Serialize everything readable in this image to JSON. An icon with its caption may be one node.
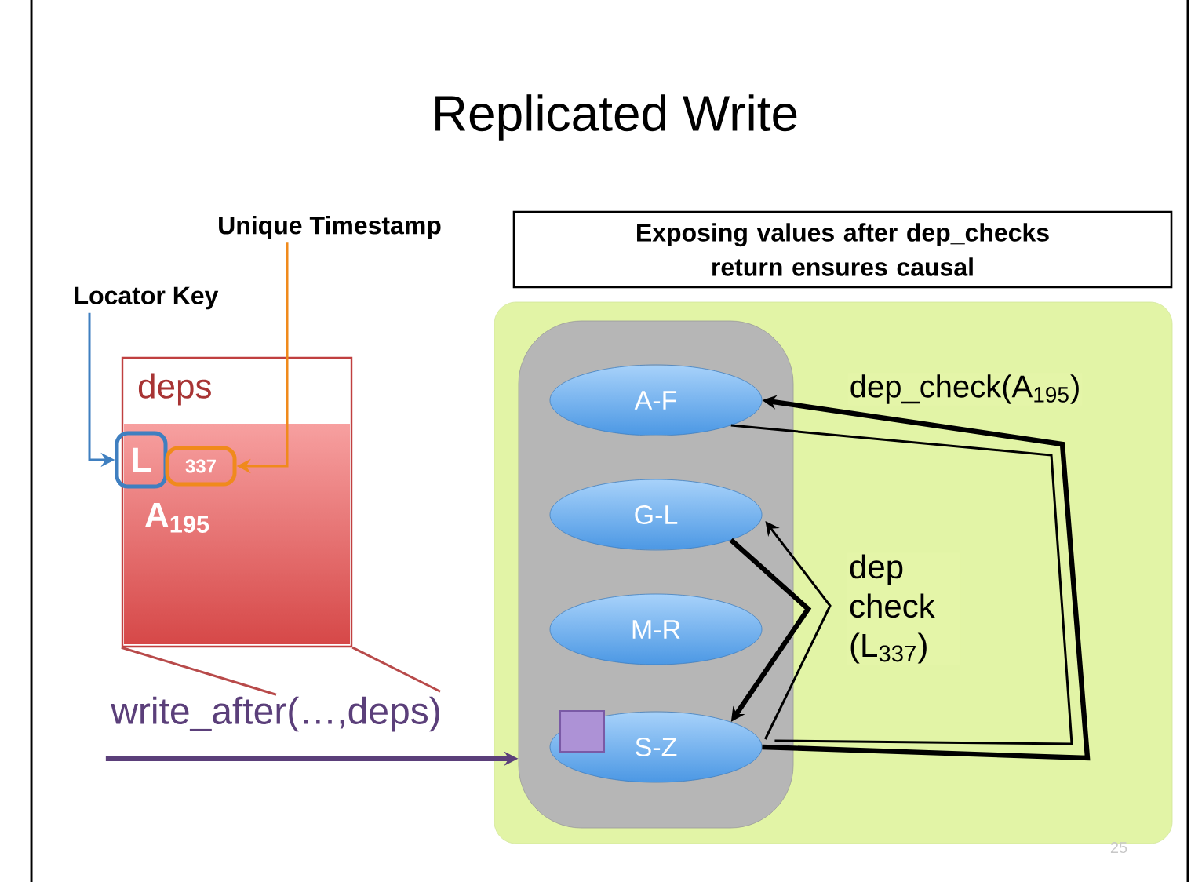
{
  "diagram": {
    "title": "Replicated Write",
    "nodes": [
      {
        "text": [],
        "shape": "box"
      },
      {
        "text": [],
        "shape": "box",
        "in": 0
      },
      {
        "text": [
          "A-F"
        ],
        "in": 1
      },
      {
        "text": [
          "G-L"
        ],
        "in": 1
      },
      {
        "text": [
          "M-R"
        ],
        "in": 1
      },
      {
        "text": [
          "S-Z"
        ],
        "in": 1
      },
      {
        "text": [
          "deps"
        ]
      },
      {
        "text": [
          "L"
        ],
        "in": 6
      },
      {
        "text": [
          "337"
        ],
        "in": 6
      },
      {
        "text": [
          "A$_{195}$"
        ],
        "in": 6
      },
      {
        "text": [
          "Locator Key"
        ]
      },
      {
        "text": [
          "Unique Timestamp"
        ]
      },
      {
        "text": [
          "Exposing values after dep_checks return ensures causal"
        ]
      },
      {
        "text": [
          "write_after(…,deps)"
        ]
      }
    ],
    "edges": [
      {
        "from": 10,
        "to": 7,
        "arrow": "to",
        "color": "#3f7fc0"
      },
      {
        "from": 11,
        "to": 8,
        "arrow": "to",
        "color": "#f08a1c"
      },
      {
        "from": 6,
        "to": 13,
        "arrow": "none",
        "color": "#b84a4a"
      },
      {
        "from": 6,
        "to": 13,
        "arrow": "none",
        "color": "#b84a4a"
      },
      {
        "from": 13,
        "to": 1,
        "arrow": "to",
        "style": "thick",
        "color": "#5b3f7a"
      },
      {
        "from": 5,
        "to": 2,
        "arrow": "to",
        "style": "thick",
        "label": "dep_check(A$_{195}$)"
      },
      {
        "from": 2,
        "to": 5,
        "arrow": "none"
      },
      {
        "from": 3,
        "to": 5,
        "arrow": "to",
        "style": "thick",
        "label": "dep check (L$_{337}$)"
      },
      {
        "from": 5,
        "to": 3,
        "arrow": "to"
      }
    ],
    "labels": [
      "25"
    ]
  }
}
